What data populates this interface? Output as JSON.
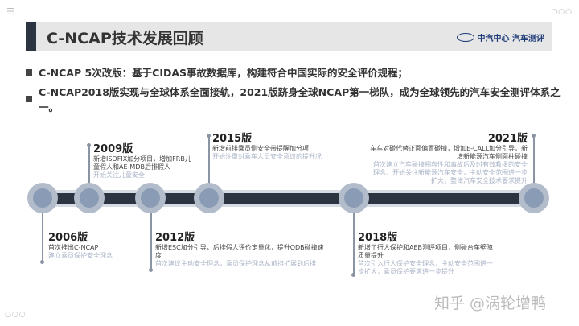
{
  "title": "C-NCAP技术发展回顾",
  "logo": {
    "text": "中汽中心 汽车测评"
  },
  "bullets": [
    "C-NCAP 5次改版：基于CIDAS事故数据库，构建符合中国实际的安全评价规程；",
    "C-NCAP2018版实现与全球体系全面接轨，2021版跻身全球NCAP第一梯队，成为全球领先的汽车安全测评体系之一。"
  ],
  "timeline": {
    "2006": {
      "year": "2006版",
      "line1": "首次推出C-NCAP",
      "line2": "建立乘员保护安全理念"
    },
    "2009": {
      "year": "2009版",
      "line1": "新增ISOFIX加分项目，增加FRB儿童假人和AE-MDB后排假人",
      "line2": "开始关注儿童安全"
    },
    "2012": {
      "year": "2012版",
      "line1": "新增ESC加分引导，后排假人评价定量化，提升ODB碰撞速度",
      "line2": "首次建议主动安全理念，乘员保护理念从前排扩展到后排"
    },
    "2015": {
      "year": "2015版",
      "line1": "新增前排乘员侧安全带提醒加分项",
      "line2": "开始注重对乘车人员安全意识的提升况"
    },
    "2018": {
      "year": "2018版",
      "line1": "新增了行人保护和AEB测评项目，侧碰台车壁障质量提升",
      "line2": "首次引入行人保护安全理念，主动安全范围进一步扩大，乘员保护要求进一步提升"
    },
    "2021": {
      "year": "2021版",
      "line1": "车车对碰代替正面偏置碰撞，增加E-CALL加分引导，新增新能源汽车侧面柱碰撞",
      "line2": "首次建立汽车碰撞相容性和事故后及时有效救援的安全理念，开始关注新能源汽车安全，主动安全范围进一步扩大，整体汽车安全技术要求提升"
    }
  },
  "watermark": "知乎 @涡轮增鸭",
  "colors": {
    "dark": "#2d3441",
    "node": "#8a9bb5",
    "band": "#d7dce4"
  }
}
